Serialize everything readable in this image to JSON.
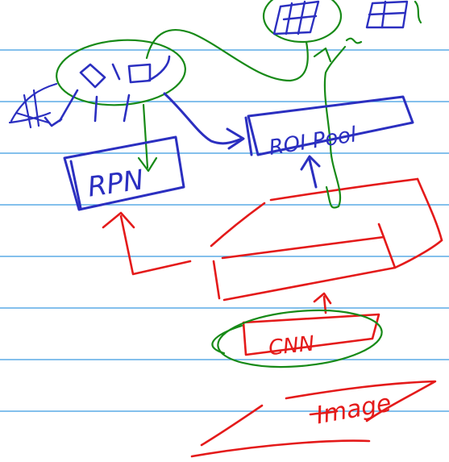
{
  "colors": {
    "background": "#ffffff",
    "ruled_line": "#3b9ae1",
    "ink_blue": "#2b2fc0",
    "ink_red": "#e41a1a",
    "ink_green": "#178a17"
  },
  "labels": {
    "rpn": "RPN",
    "roi_pool": "ROI Pool",
    "cnn": "CNN",
    "image": "Image"
  }
}
